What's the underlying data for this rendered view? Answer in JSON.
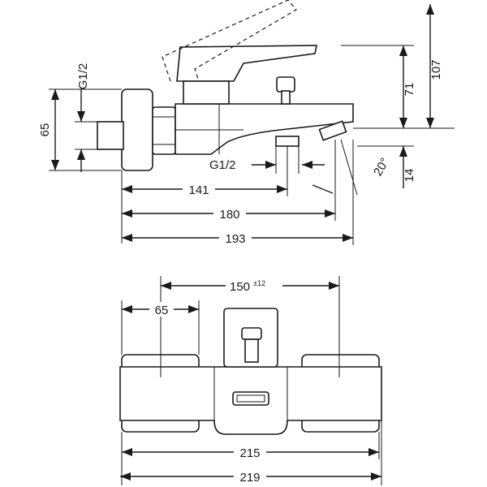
{
  "side_view": {
    "dims": {
      "height_total": "107",
      "height_spout": "71",
      "height_outlet": "14",
      "inlet_spacing": "65",
      "thread_inlet": "G1/2",
      "thread_outlet": "G1/2",
      "spout_angle": "20°",
      "depth_outlet": "141",
      "depth_spout": "180",
      "depth_total": "193"
    }
  },
  "front_view": {
    "dims": {
      "centers": "150",
      "centers_tolerance": "±12",
      "inlet_width": "65",
      "body_width": "215",
      "overall_width": "219"
    }
  }
}
